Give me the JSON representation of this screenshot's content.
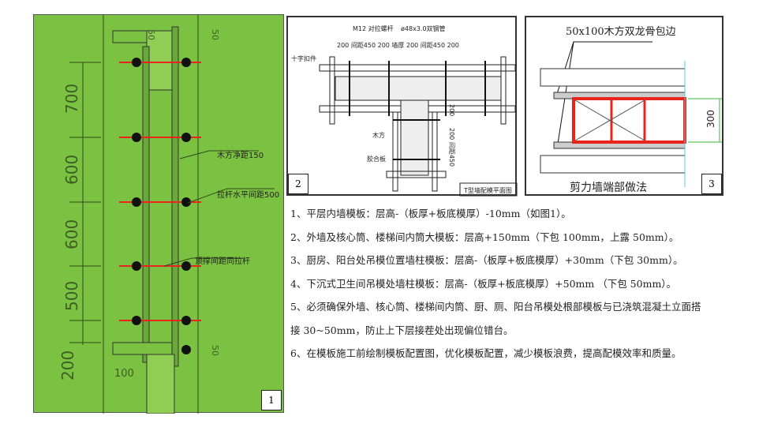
{
  "figure1": {
    "number": "1",
    "dimensions": [
      "700",
      "600",
      "600",
      "500",
      "200",
      "100",
      "50",
      "50",
      "50"
    ],
    "labels": [
      "木方净距150",
      "拉杆水平间距500",
      "顶撑间距同拉杆"
    ],
    "colors": {
      "background": "#7cc242",
      "tie_rod": "#e8241c"
    }
  },
  "figure2": {
    "number": "2",
    "title": "T型墙配模平面图",
    "labels": {
      "tie_rod": "M12 对拉螺杆",
      "pipe": "ø48x3.0双钢管",
      "cross_clamp": "十字扣件",
      "timber": "木方",
      "plywood": "胶合板",
      "dims_top": "200 间距450  200  墙厚  200  间距450 200",
      "dim_v1": "200",
      "dim_v2": "200 间距450"
    }
  },
  "figure3": {
    "number": "3",
    "title": "剪力墙端部做法",
    "label": "50x100木方双龙骨包边",
    "dim": "300"
  },
  "notes": [
    "1、平层内墙模板：层高-（板厚+板底模厚）-10mm（如图1）。",
    "2、外墙及核心筒、楼梯间内筒大模板：层高+150mm（下包 100mm，上露 50mm）。",
    "3、厨房、阳台处吊模位置墙柱模板：层高-（板厚+板底模厚）+30mm（下包 30mm）。",
    "4、下沉式卫生间吊模处墙柱模板：层高-（板厚+板底模厚）+50mm  （下包 50mm）。",
    "5、必须确保外墙、核心筒、楼梯间内筒、厨、厕、阳台吊模处根部模板与已浇筑混凝土立面搭",
    "接 30~50mm，防止上下层接茬处出现偏位错台。",
    "6、在模板施工前绘制模板配置图，优化模板配置，减少模板浪费，提高配模效率和质量。"
  ]
}
